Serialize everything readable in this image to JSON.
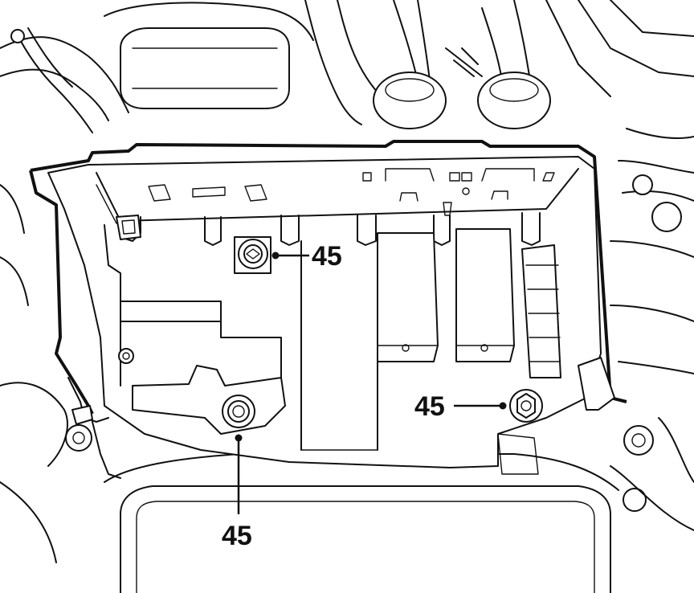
{
  "diagram": {
    "colors": {
      "line": "#111111",
      "background": "#ffffff"
    },
    "callouts": [
      {
        "id": "upper-left",
        "label": "45"
      },
      {
        "id": "lower-left",
        "label": "45"
      },
      {
        "id": "right",
        "label": "45"
      }
    ]
  }
}
